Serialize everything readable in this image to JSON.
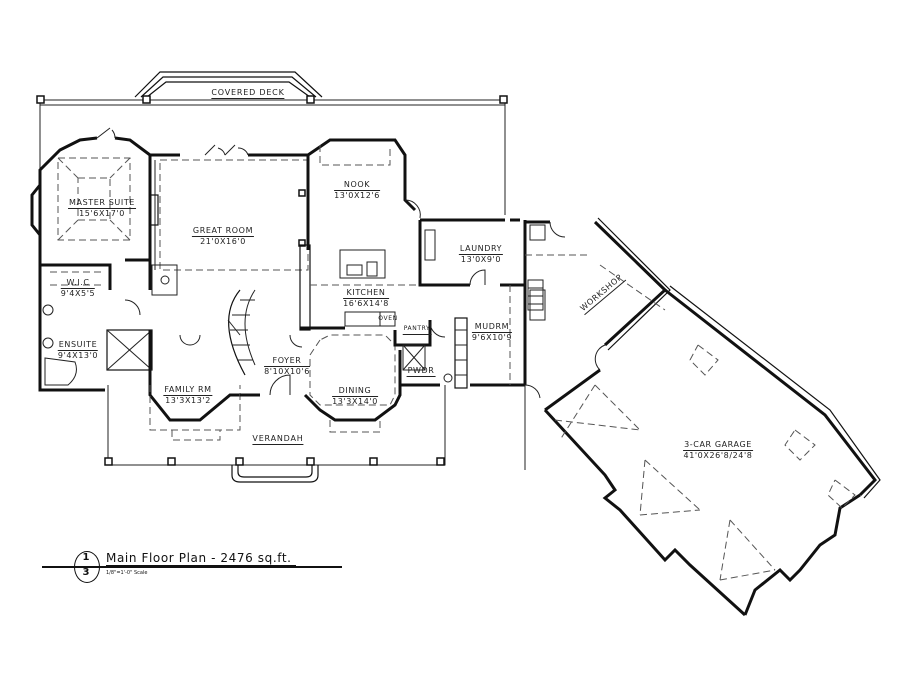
{
  "plan": {
    "title": "Main Floor Plan - 2476 sq.ft.",
    "scale": "1/8\"=1'-0\" Scale",
    "sheet_ref_top": "1",
    "sheet_ref_bottom": "3",
    "total_area_sqft": 2476
  },
  "outdoor": {
    "covered_deck": "COVERED DECK",
    "verandah": "VERANDAH"
  },
  "rooms": [
    {
      "name": "MASTER SUITE",
      "dims": "15'6X17'0"
    },
    {
      "name": "GREAT ROOM",
      "dims": "21'0X16'0"
    },
    {
      "name": "NOOK",
      "dims": "13'0X12'6"
    },
    {
      "name": "LAUNDRY",
      "dims": "13'0X9'0"
    },
    {
      "name": "KITCHEN",
      "dims": "16'6X14'8"
    },
    {
      "name": "W.I.C",
      "dims": "9'4X5'5"
    },
    {
      "name": "ENSUITE",
      "dims": "9'4X13'0"
    },
    {
      "name": "FAMILY RM",
      "dims": "13'3X13'2"
    },
    {
      "name": "FOYER",
      "dims": "8'10X10'6"
    },
    {
      "name": "DINING",
      "dims": "13'3X14'0"
    },
    {
      "name": "MUDRM",
      "dims": "9'6X10'9"
    },
    {
      "name": "PWDR",
      "dims": ""
    },
    {
      "name": "PANTRY",
      "dims": ""
    },
    {
      "name": "WORKSHOP",
      "dims": ""
    },
    {
      "name": "3-CAR GARAGE",
      "dims": "41'0X26'8/24'8"
    }
  ],
  "fixtures": {
    "oven": "OVEN"
  }
}
